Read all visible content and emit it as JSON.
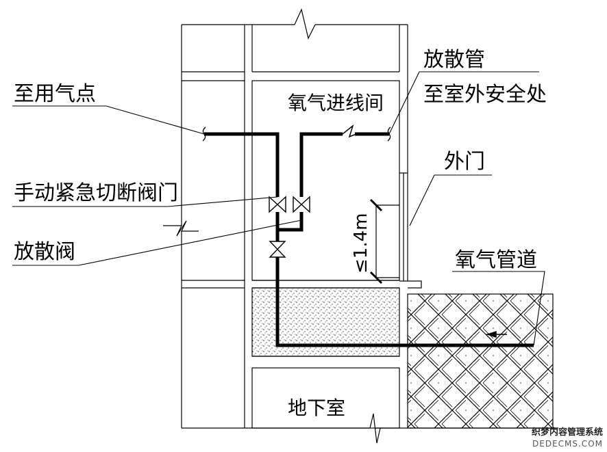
{
  "labels": {
    "gas_point": "至用气点",
    "vent_pipe": "放散管",
    "inlet_room": "氧气进线间",
    "outdoor_safe": "至室外安全处",
    "outer_door": "外门",
    "manual_valve": "手动紧急切断阀门",
    "vent_valve": "放散阀",
    "height_limit": "≤1.4m",
    "oxygen_pipe": "氧气管道",
    "basement": "地下室"
  },
  "watermark": {
    "cn": "织梦内容管理系统",
    "en": "DEDECMS.COM"
  },
  "colors": {
    "line": "#000000",
    "background": "#ffffff"
  }
}
